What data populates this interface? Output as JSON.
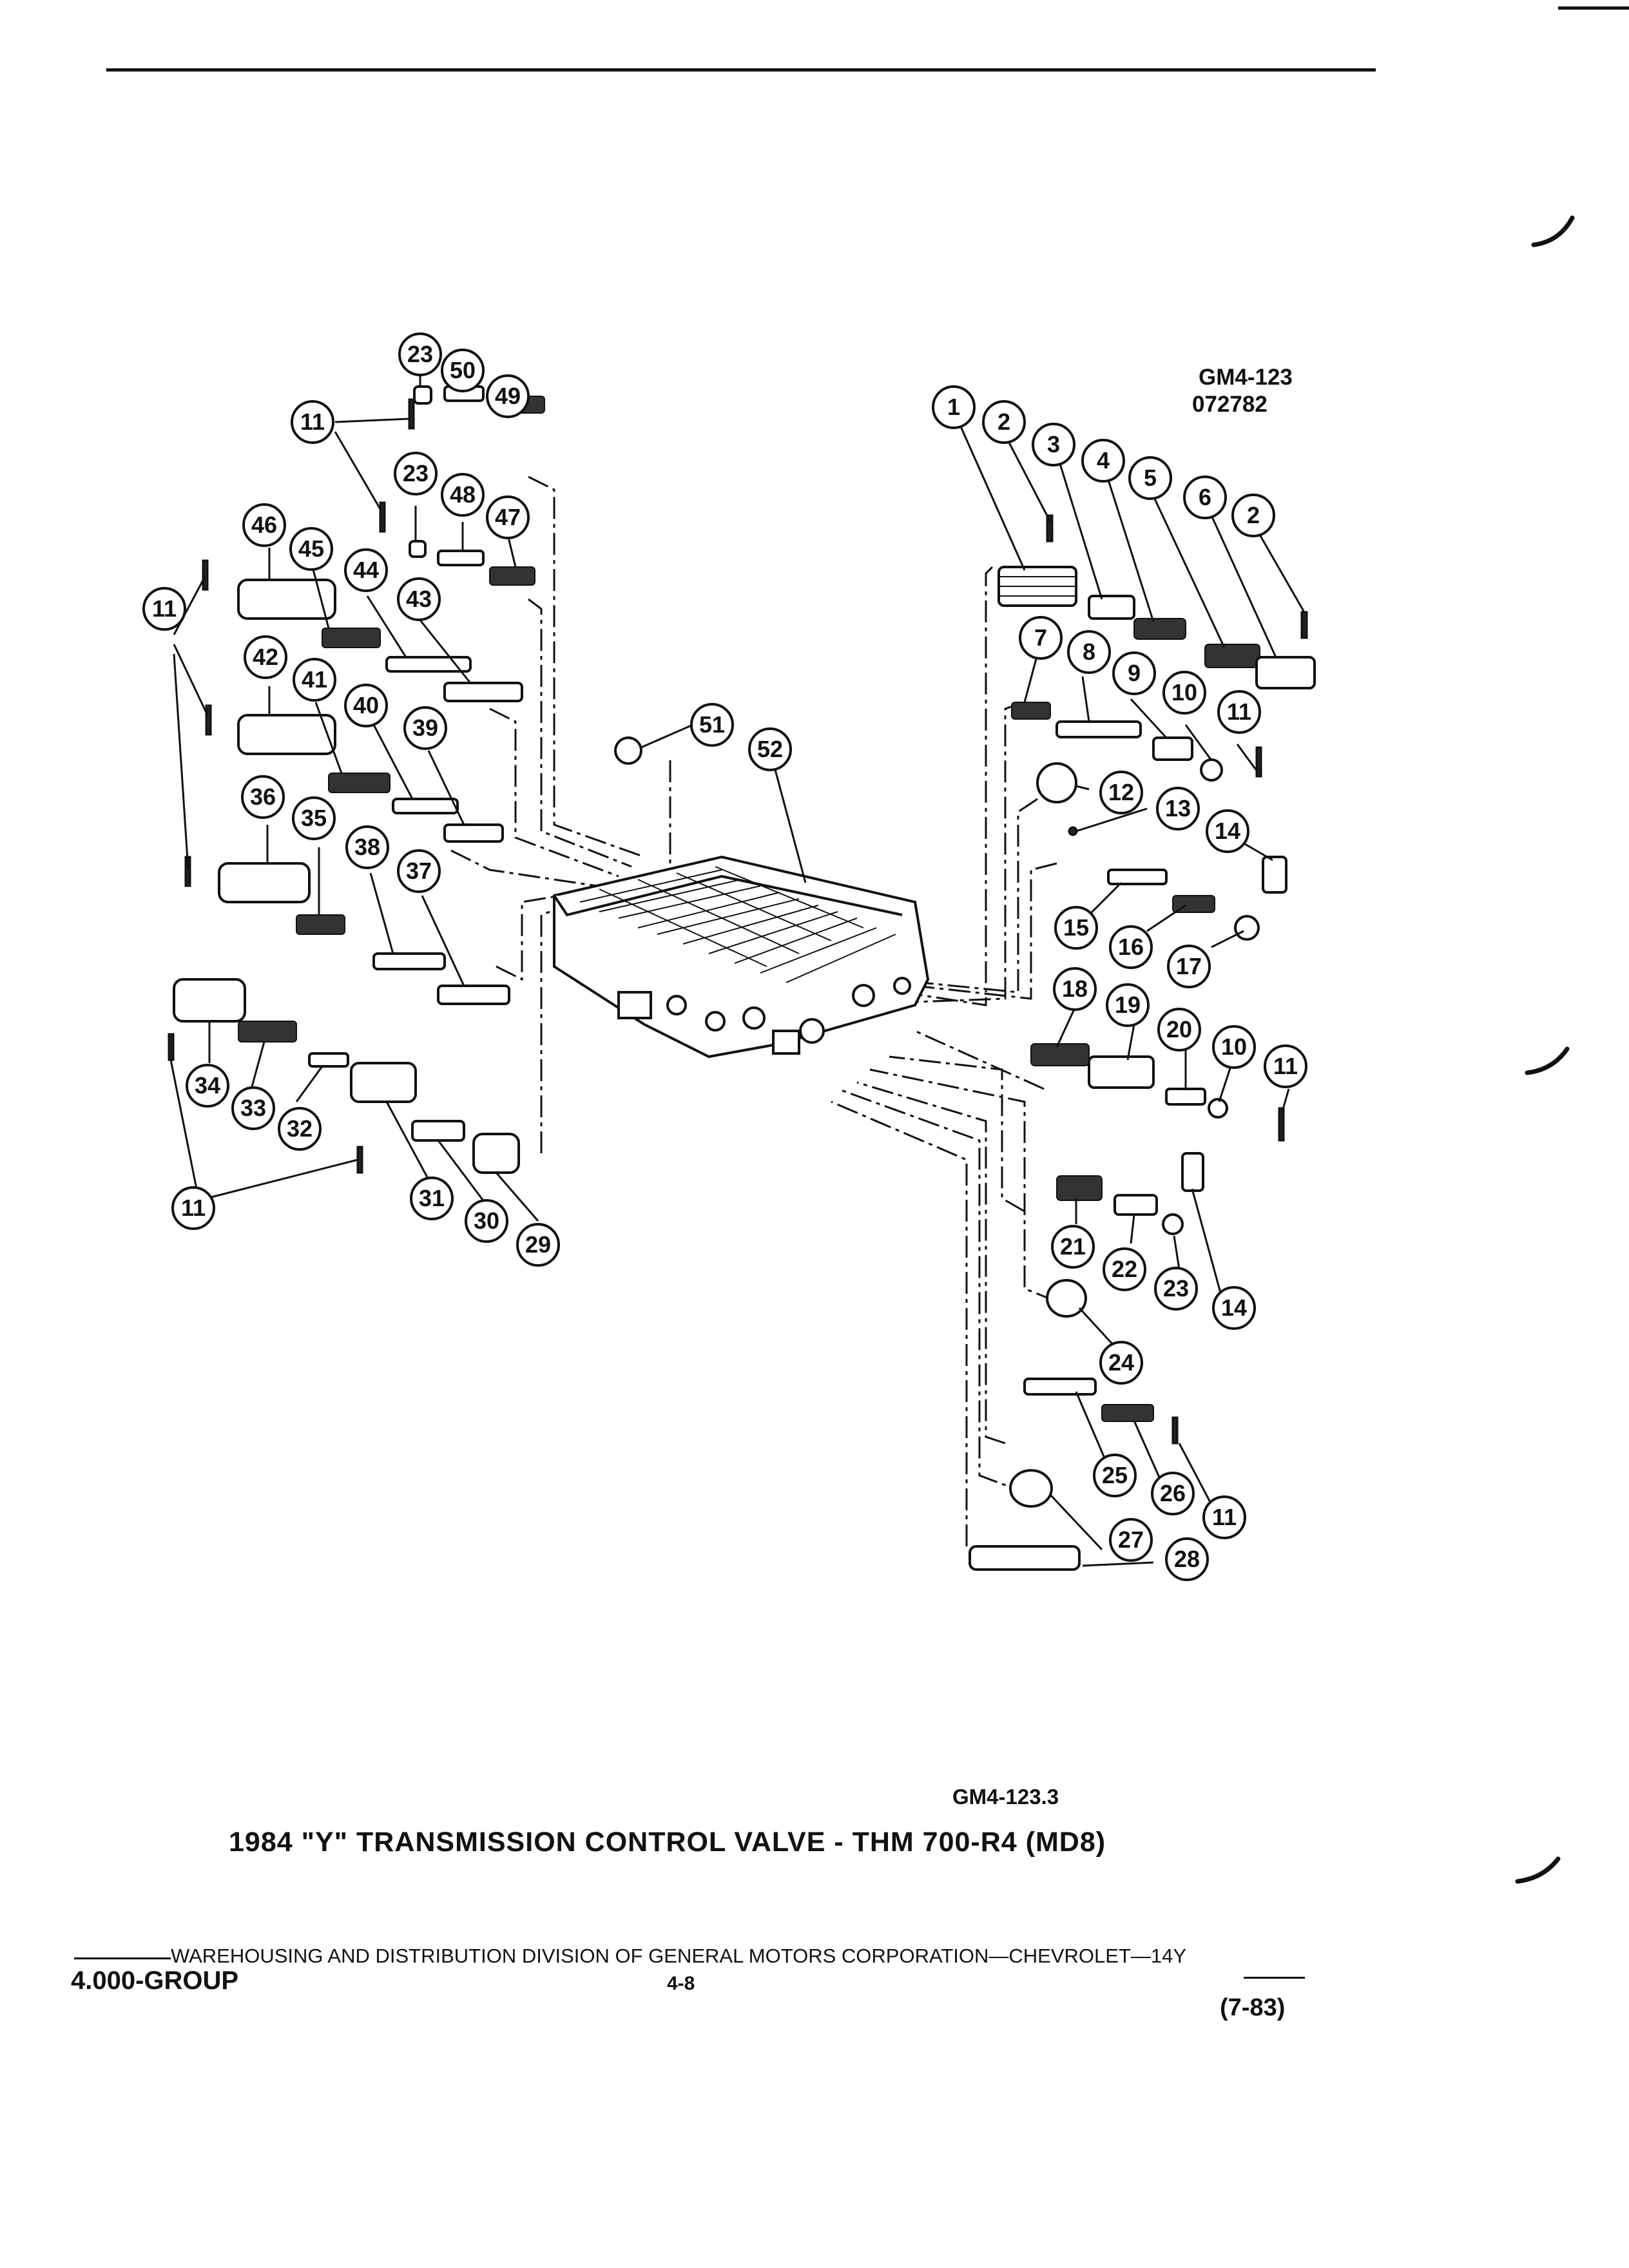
{
  "figure_code": "GM4-123",
  "figure_date": "072782",
  "figure_ref": "GM4-123.3",
  "title": "1984 \"Y\" TRANSMISSION CONTROL VALVE - THM 700-R4 (MD8)",
  "footer": {
    "line": "WAREHOUSING AND DISTRIBUTION DIVISION OF GENERAL MOTORS CORPORATION—CHEVROLET—14Y",
    "group": "4.000-GROUP",
    "page": "4-8",
    "date_code": "(7-83)"
  },
  "callouts": [
    {
      "id": "c1",
      "label": "1"
    },
    {
      "id": "c2a",
      "label": "2"
    },
    {
      "id": "c3",
      "label": "3"
    },
    {
      "id": "c4",
      "label": "4"
    },
    {
      "id": "c5",
      "label": "5"
    },
    {
      "id": "c6",
      "label": "6"
    },
    {
      "id": "c2b",
      "label": "2"
    },
    {
      "id": "c7",
      "label": "7"
    },
    {
      "id": "c8",
      "label": "8"
    },
    {
      "id": "c9",
      "label": "9"
    },
    {
      "id": "c10a",
      "label": "10"
    },
    {
      "id": "c11a",
      "label": "11"
    },
    {
      "id": "c12",
      "label": "12"
    },
    {
      "id": "c13",
      "label": "13"
    },
    {
      "id": "c14a",
      "label": "14"
    },
    {
      "id": "c15",
      "label": "15"
    },
    {
      "id": "c16",
      "label": "16"
    },
    {
      "id": "c17",
      "label": "17"
    },
    {
      "id": "c18",
      "label": "18"
    },
    {
      "id": "c19",
      "label": "19"
    },
    {
      "id": "c20",
      "label": "20"
    },
    {
      "id": "c10b",
      "label": "10"
    },
    {
      "id": "c11b",
      "label": "11"
    },
    {
      "id": "c21",
      "label": "21"
    },
    {
      "id": "c22",
      "label": "22"
    },
    {
      "id": "c23a",
      "label": "23"
    },
    {
      "id": "c14b",
      "label": "14"
    },
    {
      "id": "c24",
      "label": "24"
    },
    {
      "id": "c25",
      "label": "25"
    },
    {
      "id": "c26",
      "label": "26"
    },
    {
      "id": "c11c",
      "label": "11"
    },
    {
      "id": "c27",
      "label": "27"
    },
    {
      "id": "c28",
      "label": "28"
    },
    {
      "id": "c23b",
      "label": "23"
    },
    {
      "id": "c50",
      "label": "50"
    },
    {
      "id": "c49",
      "label": "49"
    },
    {
      "id": "c11d",
      "label": "11"
    },
    {
      "id": "c23c",
      "label": "23"
    },
    {
      "id": "c48",
      "label": "48"
    },
    {
      "id": "c47",
      "label": "47"
    },
    {
      "id": "c46",
      "label": "46"
    },
    {
      "id": "c45",
      "label": "45"
    },
    {
      "id": "c44",
      "label": "44"
    },
    {
      "id": "c43",
      "label": "43"
    },
    {
      "id": "c11e",
      "label": "11"
    },
    {
      "id": "c42",
      "label": "42"
    },
    {
      "id": "c41",
      "label": "41"
    },
    {
      "id": "c40",
      "label": "40"
    },
    {
      "id": "c39",
      "label": "39"
    },
    {
      "id": "c36",
      "label": "36"
    },
    {
      "id": "c35",
      "label": "35"
    },
    {
      "id": "c38",
      "label": "38"
    },
    {
      "id": "c37",
      "label": "37"
    },
    {
      "id": "c34",
      "label": "34"
    },
    {
      "id": "c33",
      "label": "33"
    },
    {
      "id": "c32",
      "label": "32"
    },
    {
      "id": "c11f",
      "label": "11"
    },
    {
      "id": "c31",
      "label": "31"
    },
    {
      "id": "c30",
      "label": "30"
    },
    {
      "id": "c29",
      "label": "29"
    },
    {
      "id": "c51",
      "label": "51"
    },
    {
      "id": "c52",
      "label": "52"
    }
  ]
}
